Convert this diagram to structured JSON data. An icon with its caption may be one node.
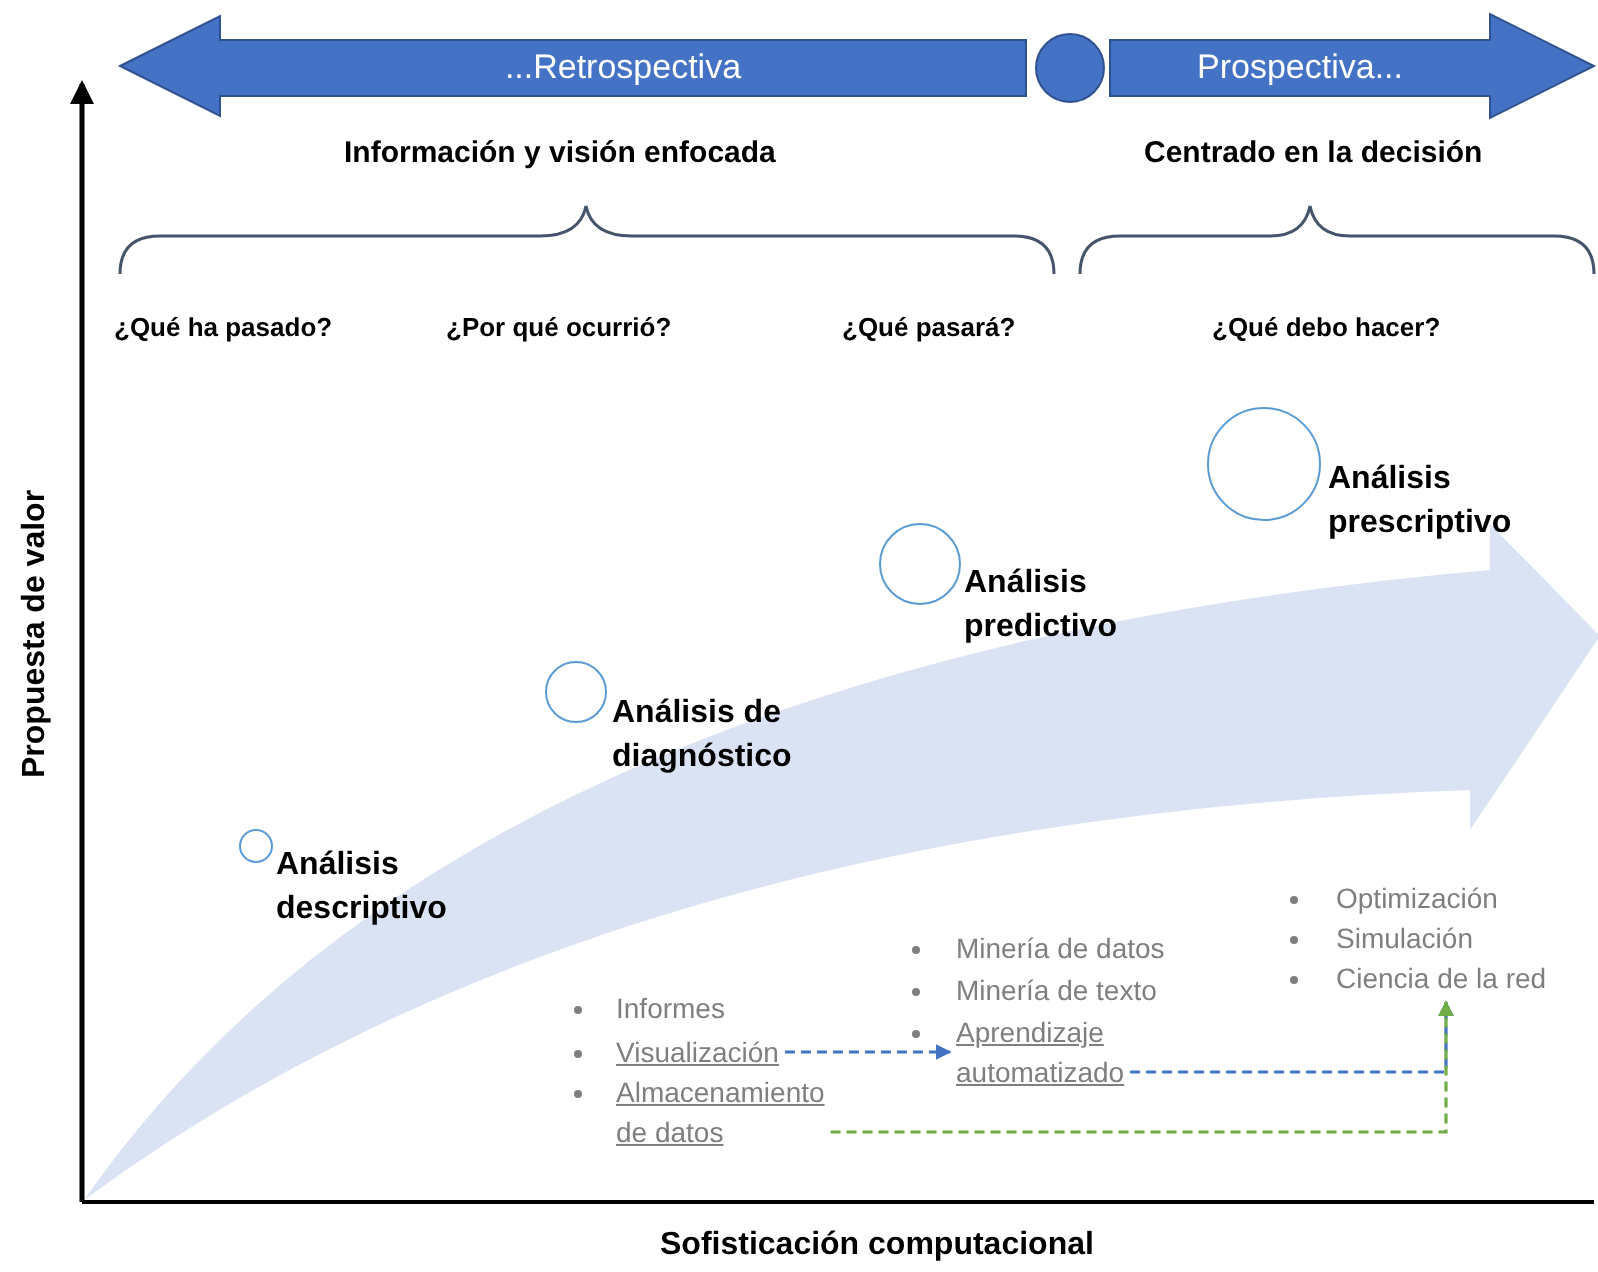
{
  "diagram": {
    "nodes": [
      {
        "text": [
          "...Retrospectiva"
        ]
      },
      {
        "text": [],
        "shape": "circle"
      },
      {
        "text": [
          "Prospectiva..."
        ]
      },
      {
        "text": [
          "Análisis descriptivo"
        ]
      },
      {
        "text": [
          "Análisis de diagnóstico"
        ]
      },
      {
        "text": [
          "Análisis predictivo"
        ]
      },
      {
        "text": [
          "Análisis prescriptivo"
        ]
      },
      {
        "text": [
          "Visualización"
        ]
      },
      {
        "text": [
          "Almacenamiento de datos"
        ]
      },
      {
        "text": [
          "Aprendizaje automatizado"
        ]
      },
      {
        "text": [
          "Optimización",
          "Simulación",
          "Ciencia de la red"
        ]
      }
    ],
    "edges": [
      {
        "from": 7,
        "to": 9,
        "arrow": "to",
        "style": "dashed",
        "color": "#4472c4"
      },
      {
        "from": 9,
        "to": 10,
        "arrow": "to",
        "style": "dashed",
        "color": "#4472c4"
      },
      {
        "from": 8,
        "to": 10,
        "arrow": "to",
        "style": "dashed",
        "color": "#70ad47"
      }
    ],
    "labels": [
      "Información y visión enfocada",
      "Centrado en la decisión",
      "¿Qué ha pasado?",
      "¿Por qué ocurrió?",
      "¿Qué pasará?",
      "¿Qué debo hacer?",
      "Propuesta de valor",
      "Informes",
      "Minería de datos",
      "Minería de texto",
      "Sofisticación computacional"
    ]
  }
}
